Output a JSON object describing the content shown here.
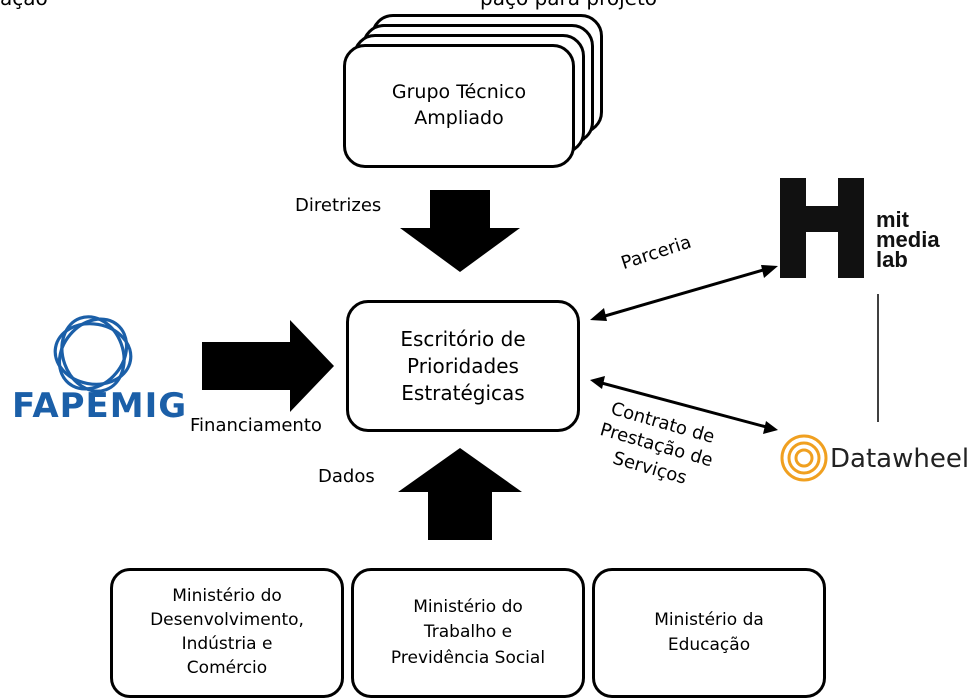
{
  "header_cut_text": "ação                                                                    paço para projeto",
  "colors": {
    "fapemig_blue": "#1b5fa8",
    "datawheel_orange": "#f0a020",
    "black": "#000000"
  },
  "nodes": {
    "grupo_tecnico": "Grupo Técnico\nAmpliado",
    "escritorio": "Escritório de\nPrioridades\nEstratégicas",
    "ministerio_desenvolvimento": "Ministério do\nDesenvolvimento,\nIndústria e\nComércio",
    "ministerio_trabalho": "Ministério do\nTrabalho e\nPrevidência Social",
    "ministerio_educacao": "Ministério da\nEducação"
  },
  "edge_labels": {
    "diretrizes": "Diretrizes",
    "financiamento": "Financiamento",
    "dados": "Dados",
    "parceria": "Parceria",
    "contrato": "Contrato de\nPrestação de\nServiços"
  },
  "logos": {
    "fapemig": "FAPEMIG",
    "mit_media_lab": [
      "mit",
      "media",
      "lab"
    ],
    "datawheel": "Datawheel"
  },
  "icons": {
    "fapemig": "fapemig-logo-icon",
    "mit": "mit-media-lab-logo-icon",
    "datawheel": "datawheel-logo-icon"
  }
}
